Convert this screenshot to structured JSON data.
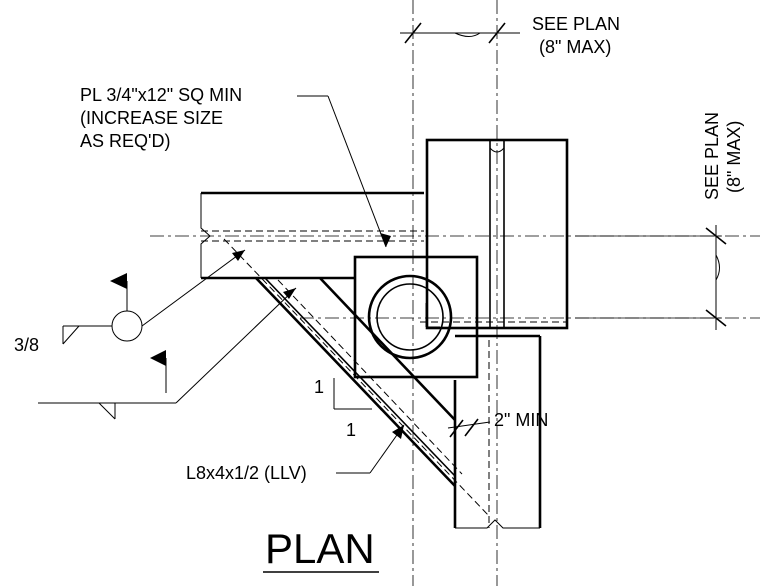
{
  "notes": {
    "plate_line1": "PL 3/4\"x12\" SQ MIN",
    "plate_line2": "(INCREASE SIZE",
    "plate_line3": "AS REQ'D)",
    "see_plan_top_line1": "SEE PLAN",
    "see_plan_top_line2": "(8\" MAX)",
    "see_plan_right_line1": "SEE PLAN",
    "see_plan_right_line2": "(8\" MAX)",
    "min_dim": "2\" MIN",
    "angle": "L8x4x1/2 (LLV)",
    "slope_rise": "1",
    "slope_run": "1",
    "weld_size": "3/8"
  },
  "title": "PLAN"
}
